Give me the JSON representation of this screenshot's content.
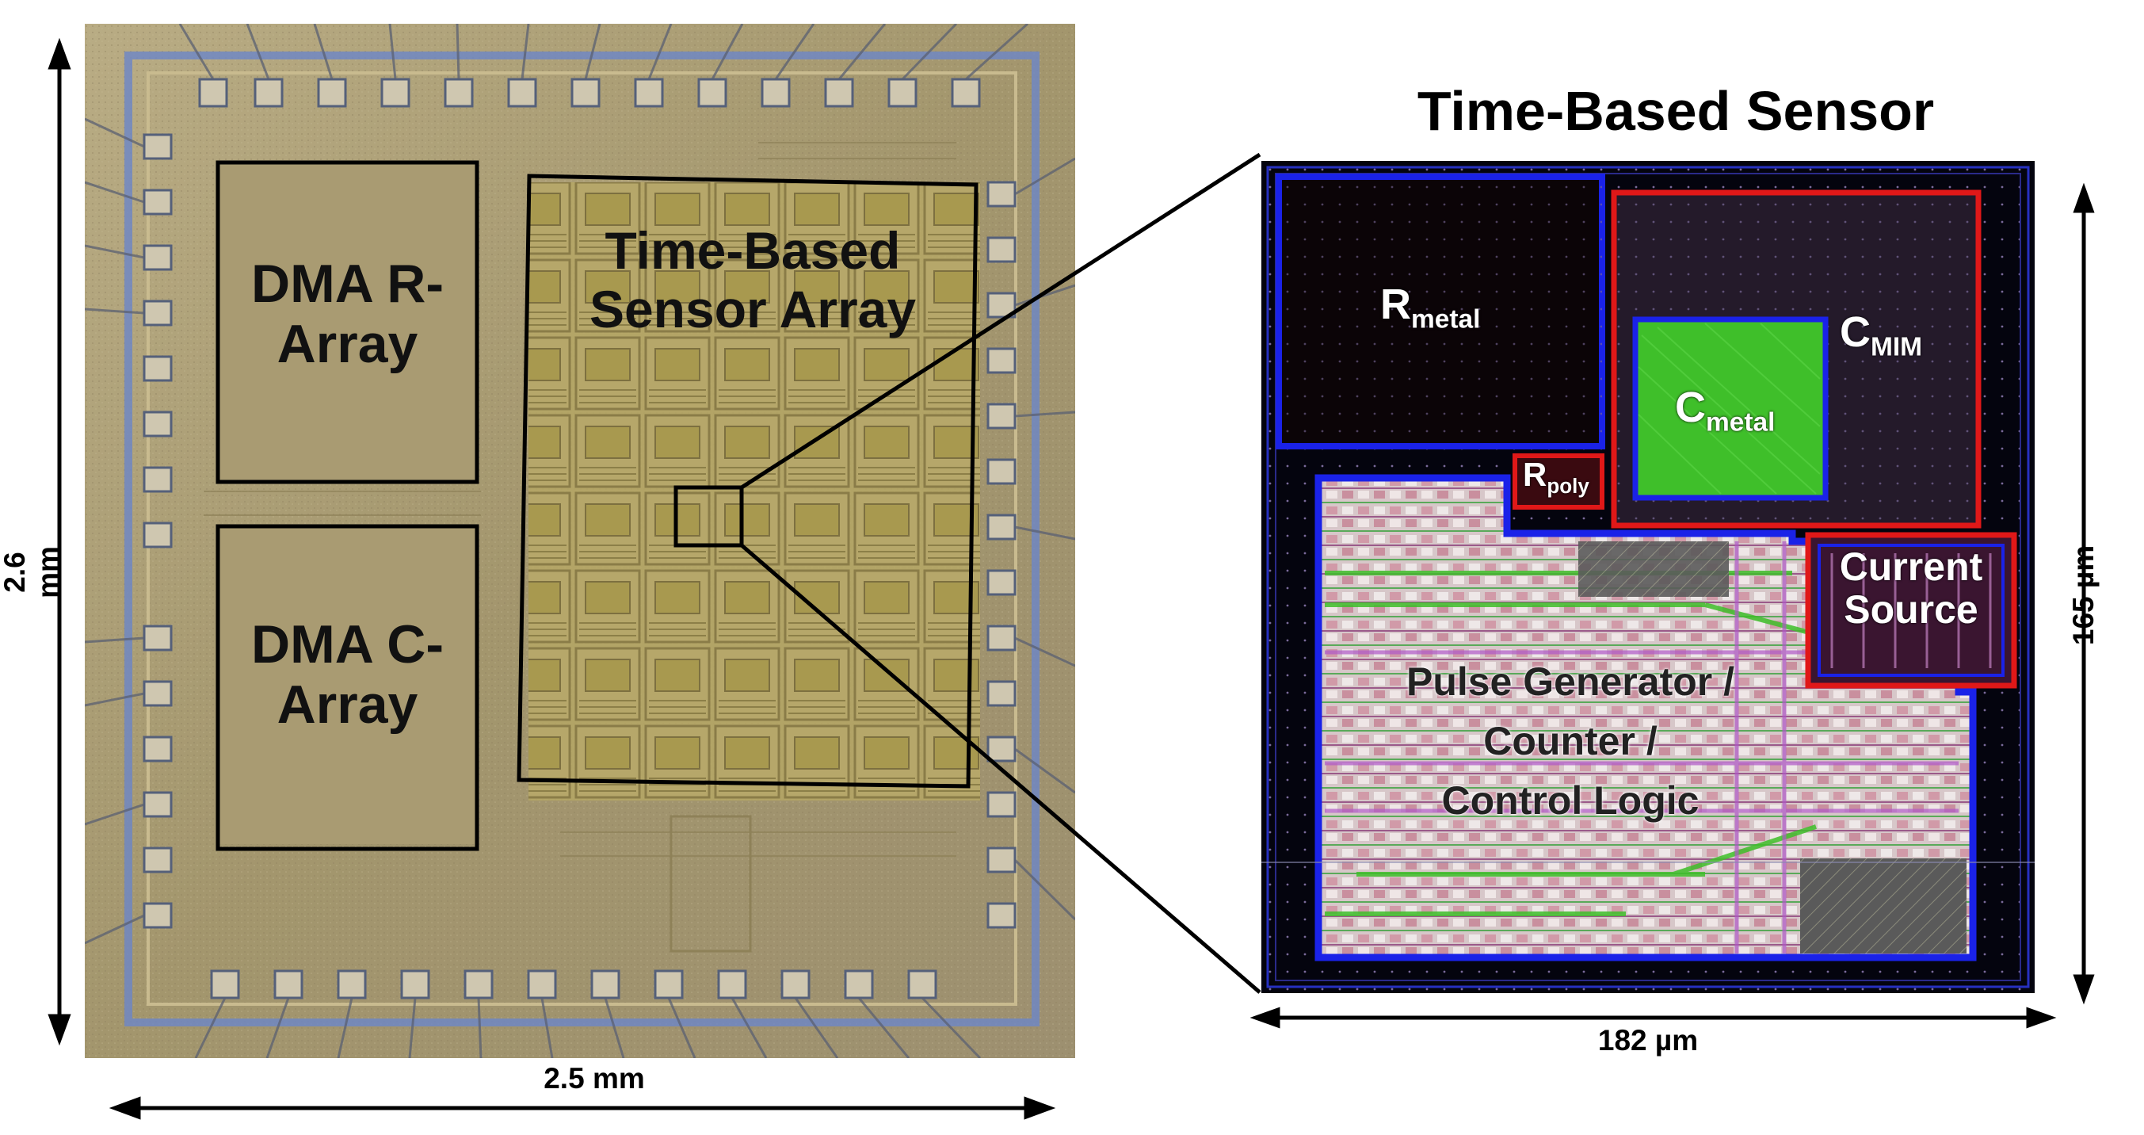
{
  "layout_title": "Time-Based Sensor",
  "chip": {
    "blocks": [
      {
        "line1": "DMA R-",
        "line2": "Array"
      },
      {
        "line1": "DMA C-",
        "line2": "Array"
      },
      {
        "line1": "Time-Based",
        "line2": "Sensor Array"
      }
    ],
    "dim_width": "2.5 mm",
    "dim_height": "2.6 mm"
  },
  "sensor_layout": {
    "r_metal": {
      "main": "R",
      "sub": "metal"
    },
    "c_mim": {
      "main": "C",
      "sub": "MIM"
    },
    "c_metal": {
      "main": "C",
      "sub": "metal"
    },
    "r_poly": {
      "main": "R",
      "sub": "poly"
    },
    "current_source": {
      "line1": "Current",
      "line2": "Source"
    },
    "logic": {
      "line1": "Pulse Generator /",
      "line2": "Counter /",
      "line3": "Control Logic"
    },
    "dim_width": "182 µm",
    "dim_height": "165 µm"
  },
  "colors": {
    "die": "#a89a72",
    "blue_outline": "#1a22e8",
    "red_outline": "#e01818",
    "green_fill": "#3fbf2a"
  }
}
